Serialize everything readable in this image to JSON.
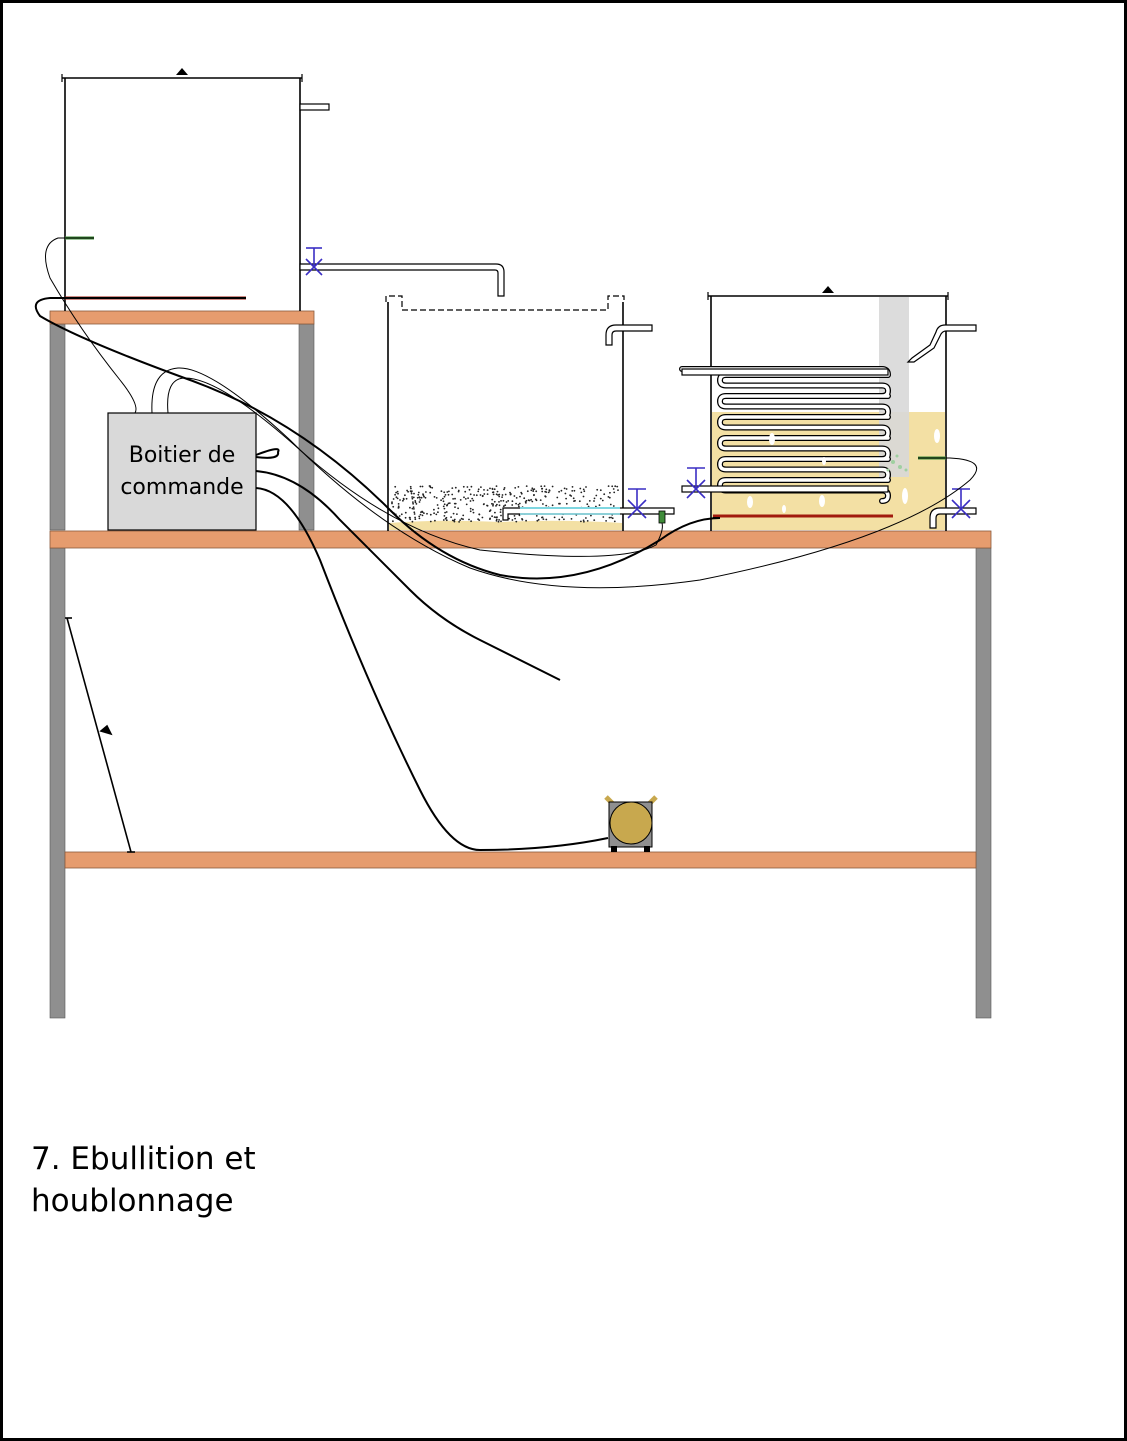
{
  "control_box": {
    "label_line1": "Boitier de",
    "label_line2": "commande"
  },
  "caption": {
    "line1": "7. Ebullition et",
    "line2": "houblonnage"
  },
  "colors": {
    "shelf": "#e69c6e",
    "leg": "#8f8f8f",
    "wort": "#f3e0a4",
    "heater": "#a11a0d",
    "valve": "#3a2ec4",
    "sensor": "#3f8c3a",
    "control_box": "#d9d9d9",
    "pump": "#c8a84e",
    "sparge_water": "#7ed6e0",
    "steam": "#d8d8d8"
  }
}
